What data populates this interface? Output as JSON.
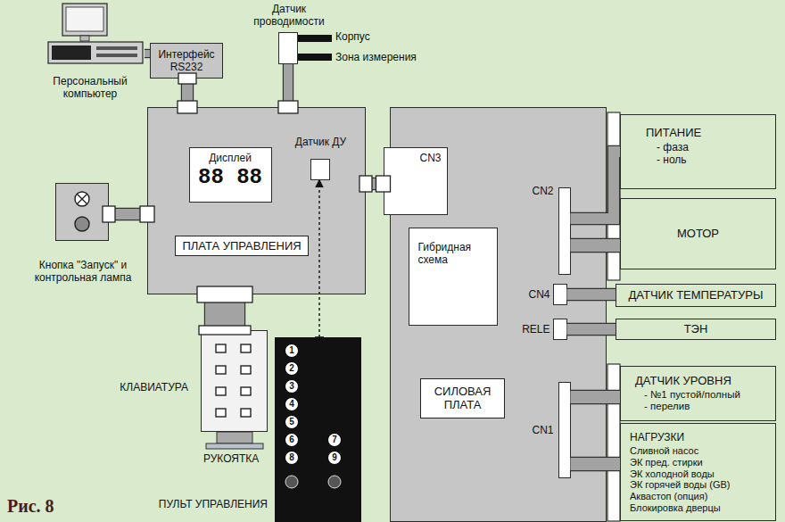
{
  "diagram": {
    "title": "Рис. 8",
    "nodes": [
      {
        "text": [
          "Персональный компьютер"
        ]
      },
      {
        "text": [
          "Интерфейс RS232"
        ]
      },
      {
        "text": [
          "Датчик проводимости"
        ]
      },
      {
        "text": [
          "ПЛАТА УПРАВЛЕНИЯ"
        ]
      },
      {
        "text": [
          "Дисплей",
          "88 88"
        ],
        "in": 3
      },
      {
        "text": [
          "Датчик ДУ"
        ],
        "in": 3
      },
      {
        "text": [
          "Кнопка \"Запуск\" и контрольная лампа"
        ]
      },
      {
        "text": [
          "КЛАВИАТУРА"
        ]
      },
      {
        "text": [
          "ПУЛЬТ УПРАВЛЕНИЯ"
        ]
      },
      {
        "text": [
          "СИЛОВАЯ ПЛАТА"
        ]
      },
      {
        "text": [
          "CN3"
        ],
        "in": 9
      },
      {
        "text": [
          "Гибридная схема"
        ],
        "in": 9
      },
      {
        "text": [
          "CN2"
        ],
        "in": 9
      },
      {
        "text": [
          "CN4"
        ],
        "in": 9
      },
      {
        "text": [
          "RELE"
        ],
        "in": 9
      },
      {
        "text": [
          "CN1"
        ],
        "in": 9
      },
      {
        "text": [
          "ПИТАНИЕ",
          "- фаза",
          "- ноль"
        ]
      },
      {
        "text": [
          "МОТОР"
        ]
      },
      {
        "text": [
          "ДАТЧИК ТЕМПЕРАТУРЫ"
        ]
      },
      {
        "text": [
          "ТЭН"
        ]
      },
      {
        "text": [
          "ДАТЧИК УРОВНЯ",
          "- №1 пустой/полный",
          "- перелив"
        ]
      },
      {
        "text": [
          "НАГРУЗКИ",
          "Сливной насос",
          "ЭК пред. стирки",
          "ЭК холодной воды",
          "ЭК горячей воды (GB)",
          "Аквастоп (опция)",
          "Блокировка дверцы"
        ]
      }
    ],
    "edges": [
      {
        "from": 0,
        "to": 1,
        "arrow": "none"
      },
      {
        "from": 1,
        "to": 3,
        "arrow": "none"
      },
      {
        "from": 2,
        "to": 3,
        "arrow": "none"
      },
      {
        "from": 6,
        "to": 3,
        "arrow": "none"
      },
      {
        "from": 7,
        "to": 3,
        "arrow": "none"
      },
      {
        "from": 8,
        "to": 5,
        "arrow": "to"
      },
      {
        "from": 3,
        "to": 10,
        "arrow": "none"
      },
      {
        "from": 12,
        "to": 16,
        "arrow": "none"
      },
      {
        "from": 12,
        "to": 17,
        "arrow": "none"
      },
      {
        "from": 13,
        "to": 18,
        "arrow": "none"
      },
      {
        "from": 14,
        "to": 19,
        "arrow": "none"
      },
      {
        "from": 15,
        "to": 20,
        "arrow": "none"
      },
      {
        "from": 15,
        "to": 21,
        "arrow": "none"
      }
    ],
    "labels": [
      "Корпус",
      "Зона измерения",
      "РУКОЯТКА",
      "1",
      "2",
      "3",
      "4",
      "5",
      "6",
      "7",
      "8",
      "9"
    ]
  }
}
